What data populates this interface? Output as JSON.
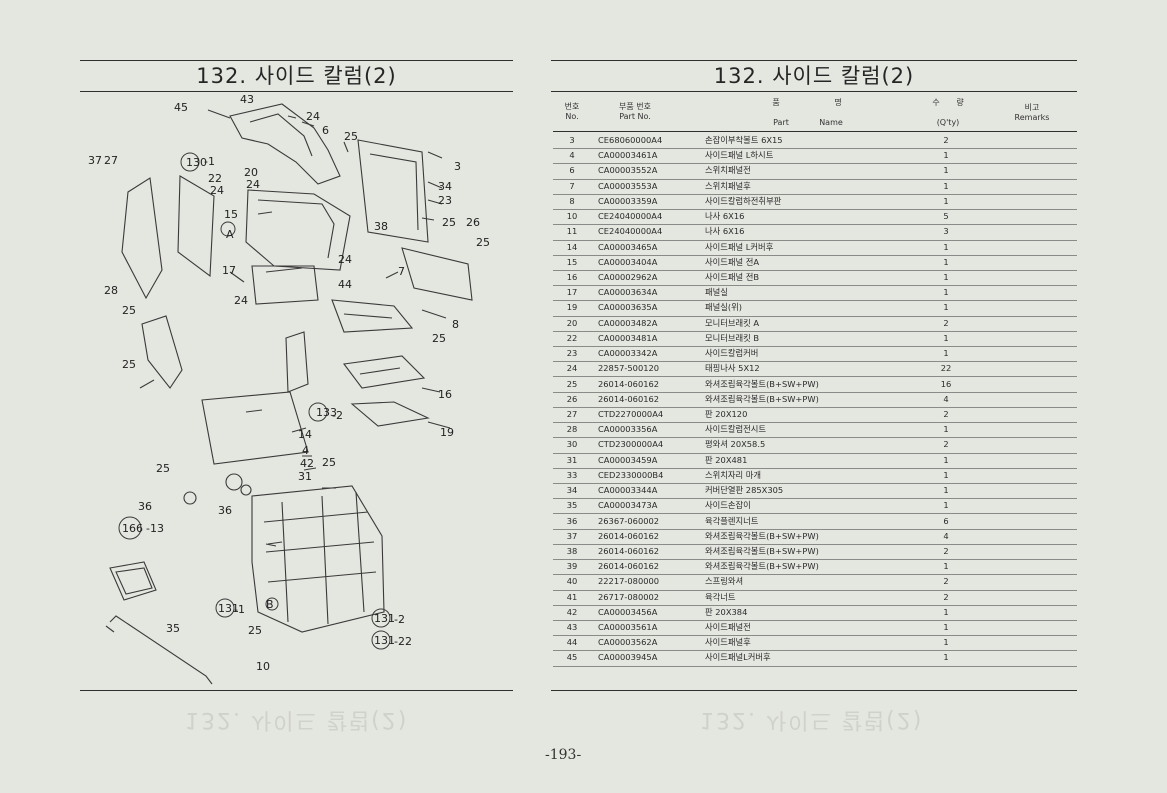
{
  "page": {
    "left_title": "132. 사이드 칼럼(2)",
    "right_title": "132. 사이드 칼럼(2)",
    "page_number": "-193-",
    "ghost_text": "132. 사이드 칼럼(2)"
  },
  "table": {
    "headers": {
      "no_ko": "번호",
      "no_en": "No.",
      "part_ko": "부품 번호",
      "part_en": "Part  No.",
      "name_ko_1": "품",
      "name_ko_2": "명",
      "name_en_1": "Part",
      "name_en_2": "Name",
      "qty_ko_1": "수",
      "qty_ko_2": "량",
      "qty_en": "(Q'ty)",
      "remarks_ko": "비고",
      "remarks_en": "Remarks"
    },
    "rows": [
      {
        "no": "3",
        "part": "CE68060000A4",
        "name": "손잡이부착볼트 6X15",
        "qty": "2"
      },
      {
        "no": "4",
        "part": "CA00003461A",
        "name": "사이드패널 L하시트",
        "qty": "1"
      },
      {
        "no": "6",
        "part": "CA00003552A",
        "name": "스위치패널전",
        "qty": "1"
      },
      {
        "no": "7",
        "part": "CA00003553A",
        "name": "스위치패널후",
        "qty": "1"
      },
      {
        "no": "8",
        "part": "CA00003359A",
        "name": "사이드칼럼하전취부판",
        "qty": "1"
      },
      {
        "no": "10",
        "part": "CE24040000A4",
        "name": "나사 6X16",
        "qty": "5"
      },
      {
        "no": "11",
        "part": "CE24040000A4",
        "name": "나사 6X16",
        "qty": "3"
      },
      {
        "no": "14",
        "part": "CA00003465A",
        "name": "사이드패널 L커버후",
        "qty": "1"
      },
      {
        "no": "15",
        "part": "CA00003404A",
        "name": "사이드패널 전A",
        "qty": "1"
      },
      {
        "no": "16",
        "part": "CA00002962A",
        "name": "사이드패널 전B",
        "qty": "1"
      },
      {
        "no": "17",
        "part": "CA00003634A",
        "name": "패널실",
        "qty": "1"
      },
      {
        "no": "19",
        "part": "CA00003635A",
        "name": "패널실(위)",
        "qty": "1"
      },
      {
        "no": "20",
        "part": "CA00003482A",
        "name": "모니터브래킷 A",
        "qty": "2"
      },
      {
        "no": "22",
        "part": "CA00003481A",
        "name": "모니터브래킷 B",
        "qty": "1"
      },
      {
        "no": "23",
        "part": "CA00003342A",
        "name": "사이드칼럼커버",
        "qty": "1"
      },
      {
        "no": "24",
        "part": "22857-500120",
        "name": "태핑나사 5X12",
        "qty": "22"
      },
      {
        "no": "25",
        "part": "26014-060162",
        "name": "와셔조립육각볼트(B+SW+PW)",
        "qty": "16"
      },
      {
        "no": "26",
        "part": "26014-060162",
        "name": "와셔조립육각볼트(B+SW+PW)",
        "qty": "4"
      },
      {
        "no": "27",
        "part": "CTD2270000A4",
        "name": "판 20X120",
        "qty": "2"
      },
      {
        "no": "28",
        "part": "CA00003356A",
        "name": "사이드칼럼전시트",
        "qty": "1"
      },
      {
        "no": "30",
        "part": "CTD2300000A4",
        "name": "평와셔 20X58.5",
        "qty": "2"
      },
      {
        "no": "31",
        "part": "CA00003459A",
        "name": "판 20X481",
        "qty": "1"
      },
      {
        "no": "33",
        "part": "CED2330000B4",
        "name": "스위치자리 마개",
        "qty": "1"
      },
      {
        "no": "34",
        "part": "CA00003344A",
        "name": "커버단열판 285X305",
        "qty": "1"
      },
      {
        "no": "35",
        "part": "CA00003473A",
        "name": "사이드손잡이",
        "qty": "1"
      },
      {
        "no": "36",
        "part": "26367-060002",
        "name": "육각플렌지너트",
        "qty": "6"
      },
      {
        "no": "37",
        "part": "26014-060162",
        "name": "와셔조립육각볼트(B+SW+PW)",
        "qty": "4"
      },
      {
        "no": "38",
        "part": "26014-060162",
        "name": "와셔조립육각볼트(B+SW+PW)",
        "qty": "2"
      },
      {
        "no": "39",
        "part": "26014-060162",
        "name": "와셔조립육각볼트(B+SW+PW)",
        "qty": "1"
      },
      {
        "no": "40",
        "part": "22217-080000",
        "name": "스프링와셔",
        "qty": "2"
      },
      {
        "no": "41",
        "part": "26717-080002",
        "name": "육각너트",
        "qty": "2"
      },
      {
        "no": "42",
        "part": "CA00003456A",
        "name": "판 20X384",
        "qty": "1"
      },
      {
        "no": "43",
        "part": "CA00003561A",
        "name": "사이드패널전",
        "qty": "1"
      },
      {
        "no": "44",
        "part": "CA00003562A",
        "name": "사이드패널후",
        "qty": "1"
      },
      {
        "no": "45",
        "part": "CA00003945A",
        "name": "사이드패널L커버후",
        "qty": "1"
      }
    ]
  },
  "diagram": {
    "callouts": [
      "43",
      "45",
      "24",
      "6",
      "25",
      "3",
      "37",
      "27",
      "130",
      "-1",
      "22",
      "20",
      "24",
      "24",
      "34",
      "23",
      "15",
      "A",
      "38",
      "25",
      "26",
      "25",
      "17",
      "24",
      "7",
      "28",
      "44",
      "24",
      "8",
      "25",
      "25",
      "25",
      "16",
      "133",
      "-2",
      "19",
      "14",
      "4",
      "42",
      "25",
      "31",
      "25",
      "36",
      "36",
      "166",
      "-13",
      "131",
      "-1",
      "B",
      "131",
      "-2",
      "25",
      "131",
      "-22",
      "35",
      "10"
    ]
  }
}
